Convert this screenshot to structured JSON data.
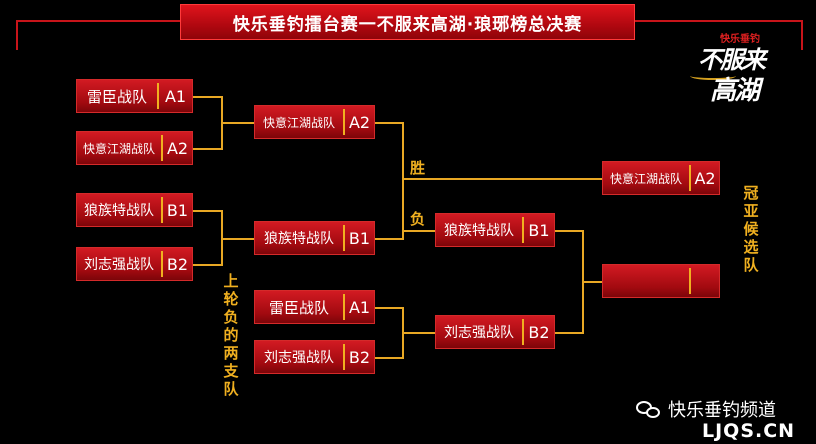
{
  "title": "快乐垂钓擂台赛一不服来高湖·琅琊榜总决赛",
  "logo": {
    "brand": "快乐垂钓",
    "line1": "不服来",
    "line2": "高湖"
  },
  "round1": {
    "m1": {
      "top": {
        "name": "雷臣战队",
        "code": "A1"
      },
      "bottom": {
        "name": "快意江湖战队",
        "code": "A2"
      }
    },
    "m2": {
      "top": {
        "name": "狼族特战队",
        "code": "B1"
      },
      "bottom": {
        "name": "刘志强战队",
        "code": "B2"
      }
    }
  },
  "round2": {
    "winner_a": {
      "name": "快意江湖战队",
      "code": "A2"
    },
    "winner_b": {
      "name": "狼族特战队",
      "code": "B1"
    }
  },
  "losers_bracket": {
    "top": {
      "name": "雷臣战队",
      "code": "A1"
    },
    "bottom": {
      "name": "刘志强战队",
      "code": "B2"
    },
    "side_label": "上轮负的两支队",
    "winner": {
      "name": "刘志强战队",
      "code": "B2"
    }
  },
  "semifinal": {
    "win_label": "胜",
    "lose_label": "负",
    "loser": {
      "name": "狼族特战队",
      "code": "B1"
    }
  },
  "final": {
    "champion": {
      "name": "快意江湖战队",
      "code": "A2"
    },
    "pending": {
      "name": "",
      "code": ""
    },
    "side_label": "冠亚候选队"
  },
  "watermark": {
    "text": "快乐垂钓频道",
    "site": "LJQS.CN",
    "icon": "wechat-icon"
  },
  "colors": {
    "box_red": "#c0121a",
    "connector": "#e8a824",
    "label_gold": "#f0b020",
    "background": "#000000"
  }
}
